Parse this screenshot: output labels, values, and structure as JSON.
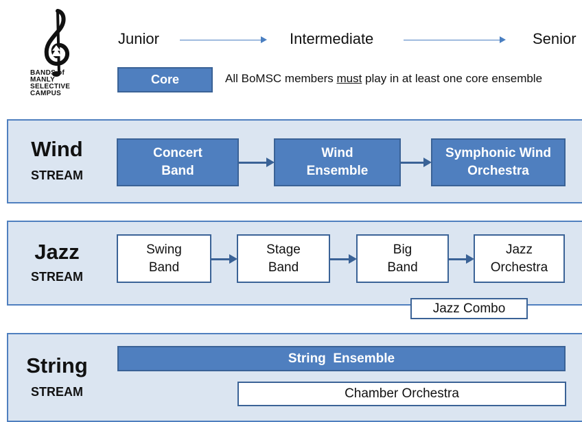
{
  "logo": {
    "icon": "treble-clef-tree-icon",
    "lines": [
      "BANDS of",
      "MANLY",
      "SELECTIVE",
      "CAMPUS"
    ]
  },
  "progression": {
    "junior": "Junior",
    "intermediate": "Intermediate",
    "senior": "Senior"
  },
  "legend": {
    "core_label": "Core",
    "note_before": "All BoMSC members ",
    "note_emphasis": "must",
    "note_after": " play in at least one core ensemble"
  },
  "streams": {
    "wind": {
      "name": "Wind",
      "word": "STREAM",
      "ensembles": [
        {
          "line1": "Concert",
          "line2": "Band"
        },
        {
          "line1": "Wind",
          "line2": "Ensemble"
        },
        {
          "line1": "Symphonic Wind",
          "line2": "Orchestra"
        }
      ]
    },
    "jazz": {
      "name": "Jazz",
      "word": "STREAM",
      "ensembles": [
        {
          "line1": "Swing",
          "line2": "Band"
        },
        {
          "line1": "Stage",
          "line2": "Band"
        },
        {
          "line1": "Big",
          "line2": "Band"
        },
        {
          "line1": "Jazz",
          "line2": "Orchestra"
        }
      ],
      "extra": "Jazz Combo"
    },
    "string": {
      "name": "String",
      "word": "STREAM",
      "core": "String  Ensemble",
      "extra": "Chamber Orchestra"
    }
  },
  "colors": {
    "core_fill": "#4f7fbf",
    "core_border": "#3a6296",
    "panel_fill": "#dbe5f1",
    "arrow": "#4a7fc1"
  }
}
